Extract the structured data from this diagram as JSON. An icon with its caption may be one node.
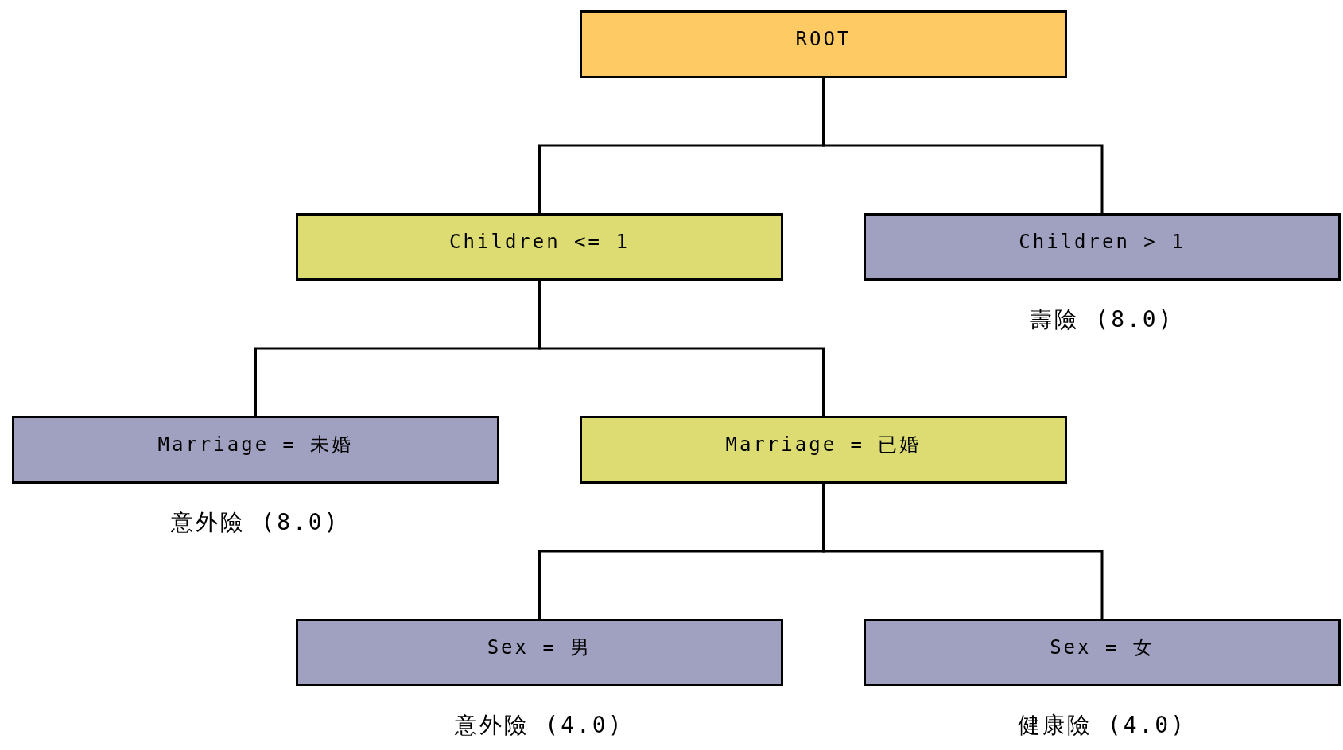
{
  "diagram": {
    "nodes": [
      {
        "text": [
          "ROOT"
        ]
      },
      {
        "text": [
          "Children <= 1"
        ]
      },
      {
        "text": [
          "Children > 1"
        ],
        "beside": [
          "壽險 (8.0)"
        ]
      },
      {
        "text": [
          "Marriage = 未婚"
        ],
        "beside": [
          "意外險 (8.0)"
        ]
      },
      {
        "text": [
          "Marriage = 已婚"
        ]
      },
      {
        "text": [
          "Sex = 男"
        ],
        "beside": [
          "意外險 (4.0)"
        ]
      },
      {
        "text": [
          "Sex = 女"
        ],
        "beside": [
          "健康險 (4.0)"
        ]
      }
    ],
    "edges": [
      {
        "from": 0,
        "to": 1,
        "arrow": "none"
      },
      {
        "from": 0,
        "to": 2,
        "arrow": "none"
      },
      {
        "from": 1,
        "to": 3,
        "arrow": "none"
      },
      {
        "from": 1,
        "to": 4,
        "arrow": "none"
      },
      {
        "from": 4,
        "to": 5,
        "arrow": "none"
      },
      {
        "from": 4,
        "to": 6,
        "arrow": "none"
      }
    ]
  }
}
